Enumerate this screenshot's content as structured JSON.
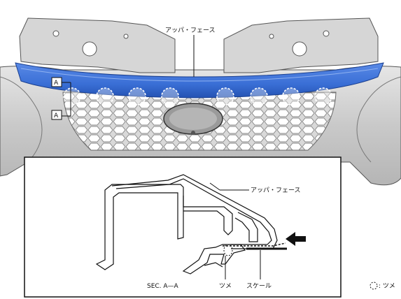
{
  "labels": {
    "upper_face_top": "アッパ・フェース",
    "section_marker": "A",
    "upper_face_section": "アッパ・フェース",
    "claw": "ツメ",
    "scale": "スケール",
    "section_title": "SEC. A—A",
    "legend": ": ツメ"
  },
  "colors": {
    "upper_face_fill": "#3f74d8",
    "upper_face_dark": "#1e4fb0",
    "bumper_gray": "#cfcfcf",
    "grille_gray": "#bdbdbd",
    "line": "#111111"
  },
  "clip_count": 8
}
